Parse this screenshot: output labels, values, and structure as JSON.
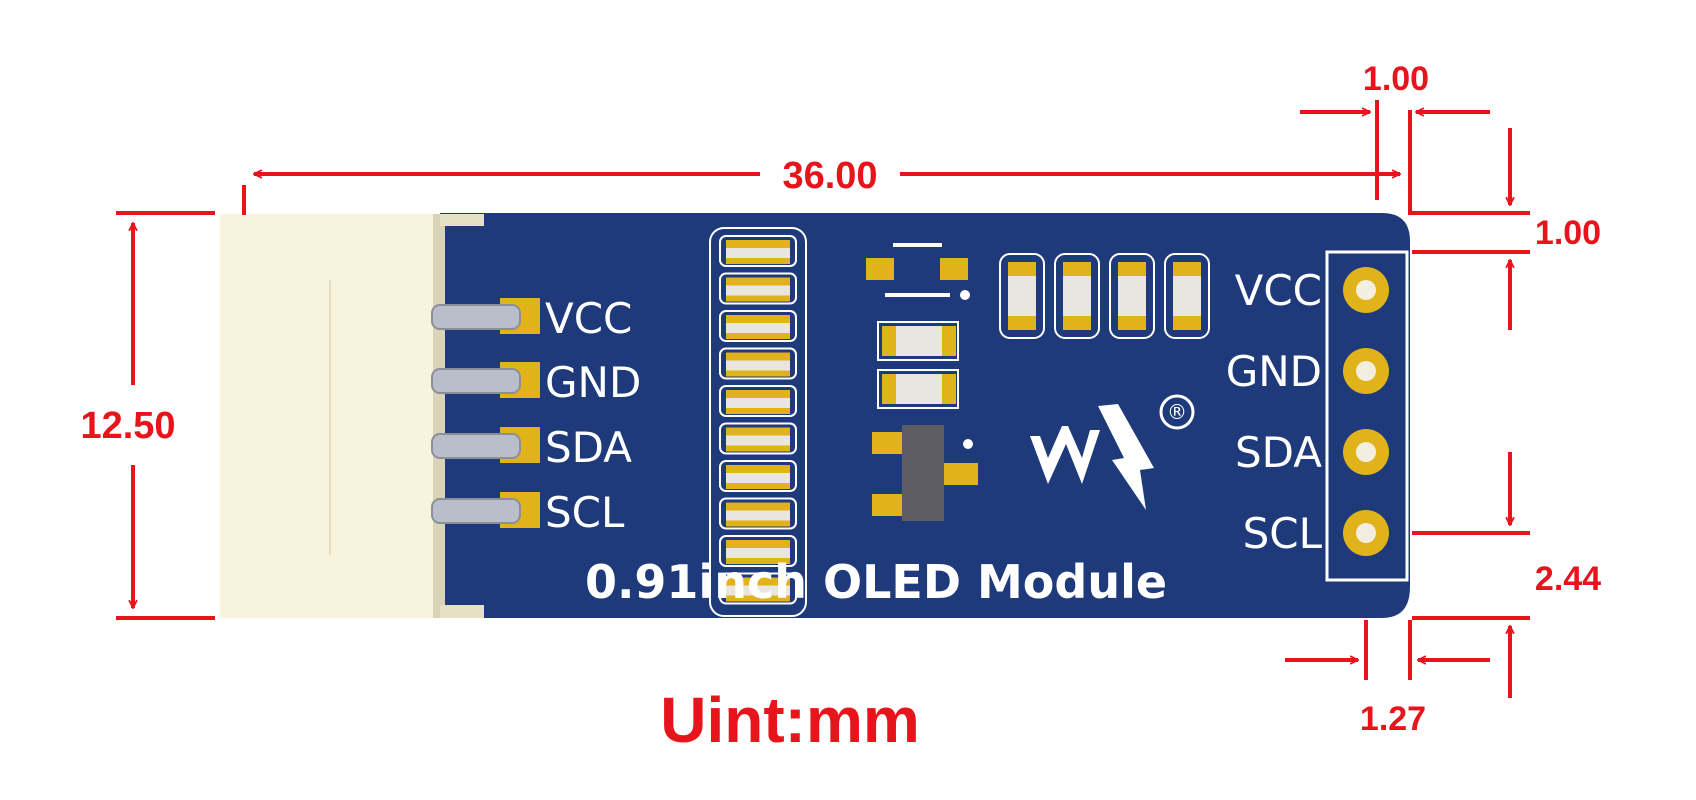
{
  "board": {
    "title": "0.91inch OLED Module",
    "left_pins": [
      "VCC",
      "GND",
      "SDA",
      "SCL"
    ],
    "right_pins": [
      "VCC",
      "GND",
      "SDA",
      "SCL"
    ],
    "logo_mark": "®"
  },
  "dimensions": {
    "length": "36.00",
    "height": "12.50",
    "pin_offset_top": "1.00",
    "pin_offset_right": "1.00",
    "pin_offset_bottom": "2.44",
    "pin_pitch_edge": "1.27"
  },
  "unit_label": "Uint:mm",
  "colors": {
    "dimension": "#e8141c",
    "pcb": "#1f3a7a",
    "pad": "#e0b31a",
    "silkscreen": "#ffffff",
    "connector": "#f7f3dc"
  }
}
